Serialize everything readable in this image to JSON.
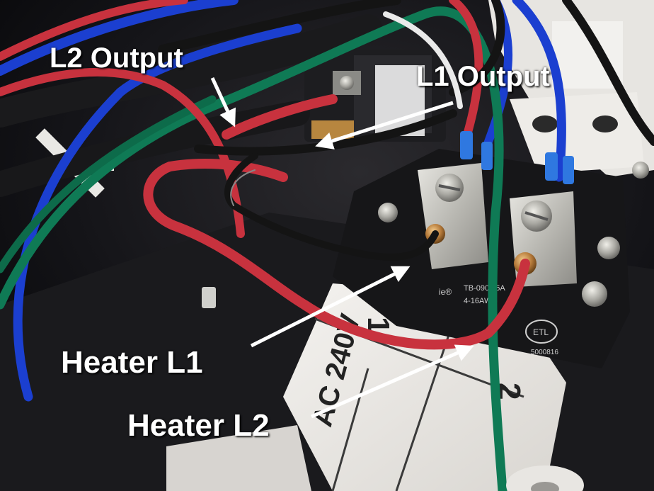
{
  "callouts": {
    "l2_output": "L2 Output",
    "l1_output": "L1 Output",
    "heater_l1": "Heater L1",
    "heater_l2": "Heater L2"
  },
  "block_print": {
    "model": "TB-090 85A",
    "gauge": "4-16AWG",
    "cert": "ETL",
    "cert_code": "5000816",
    "brand_fragment": "ie®"
  },
  "panel_label": {
    "terminal_1": "1",
    "terminal_2": "2",
    "voltage": "AC 240V"
  },
  "colors": {
    "wire_red": "#c8323e",
    "wire_green": "#0f7a55",
    "wire_blue": "#1b3fd0",
    "wire_black": "#141414",
    "label_white": "#ffffff",
    "terminal_silver": "#c9c9c3"
  }
}
